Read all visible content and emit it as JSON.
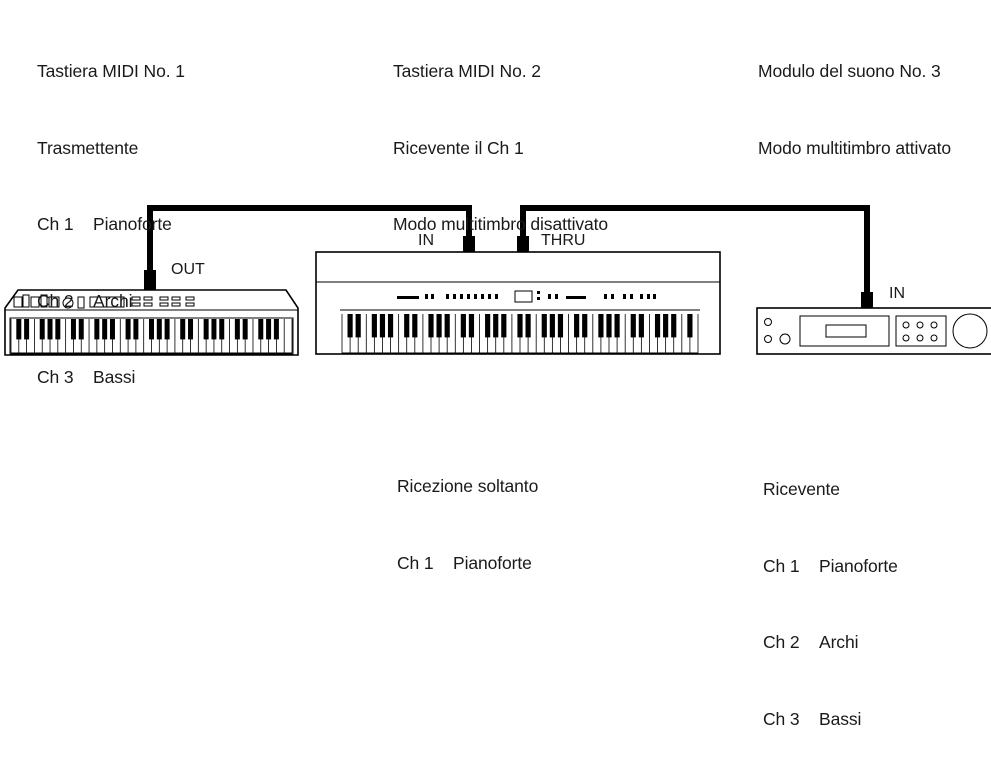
{
  "devices": {
    "keyboard1": {
      "lines": [
        "Tastiera MIDI No. 1",
        "Trasmettente"
      ],
      "channels": [
        {
          "ch": "Ch 1",
          "instrument": "Pianoforte"
        },
        {
          "ch": "Ch 2",
          "instrument": "Archi"
        },
        {
          "ch": "Ch 3",
          "instrument": "Bassi"
        }
      ],
      "port_out": "OUT"
    },
    "keyboard2": {
      "lines": [
        "Tastiera MIDI No. 2",
        "Ricevente il Ch 1",
        "Modo multitimbro disattivato"
      ],
      "port_in": "IN",
      "port_thru": "THRU",
      "bottom_heading": "Ricezione soltanto",
      "bottom_channels": [
        {
          "ch": "Ch 1",
          "instrument": "Pianoforte"
        }
      ]
    },
    "module3": {
      "lines": [
        "Modulo del suono No. 3",
        "Modo multitimbro attivato"
      ],
      "port_in": "IN",
      "bottom_heading": "Ricevente",
      "bottom_channels": [
        {
          "ch": "Ch 1",
          "instrument": "Pianoforte"
        },
        {
          "ch": "Ch 2",
          "instrument": "Archi"
        },
        {
          "ch": "Ch 3",
          "instrument": "Bassi"
        }
      ]
    }
  },
  "colors": {
    "ink": "#1a1a1a",
    "cable": "#000000",
    "device_fill": "#ffffff"
  }
}
